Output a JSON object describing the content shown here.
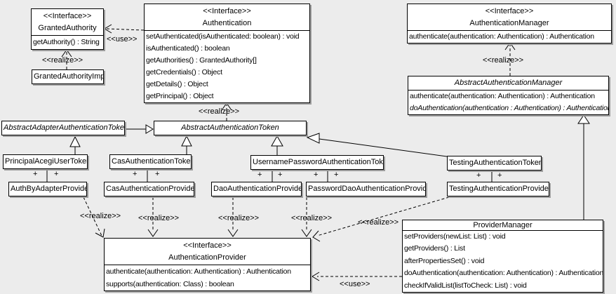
{
  "classes": {
    "grantedAuthority": {
      "stereotype": "<<Interface>>",
      "name": "GrantedAuthority",
      "methods": [
        "getAuthority() : String"
      ]
    },
    "grantedAuthorityImpl": {
      "name": "GrantedAuthorityImpl"
    },
    "authentication": {
      "stereotype": "<<Interface>>",
      "name": "Authentication",
      "methods": [
        "setAuthenticated(isAuthenticated: boolean) : void",
        "isAuthenticated() : boolean",
        "getAuthorities() : GrantedAuthority[]",
        "getCredentials() : Object",
        "getDetails() : Object",
        "getPrincipal() : Object"
      ]
    },
    "authenticationManager": {
      "stereotype": "<<Interface>>",
      "name": "AuthenticationManager",
      "methods": [
        "authenticate(authentication: Authentication) : Authentication"
      ]
    },
    "abstractAuthenticationManager": {
      "name": "AbstractAuthenticationManager",
      "is_abstract": true,
      "methods": [
        "authenticate(authentication: Authentication) : Authentication",
        "doAuthentication(authentication : Authentication) : Authentication"
      ],
      "abstract_method_indexes": [
        1
      ]
    },
    "abstractAdapterAuthenticationToken": {
      "name": "AbstractAdapterAuthenticationToken",
      "is_abstract": true
    },
    "abstractAuthenticationToken": {
      "name": "AbstractAuthenticationToken",
      "is_abstract": true
    },
    "principalAcegiUserToken": {
      "name": "PrincipalAcegiUserToken"
    },
    "casAuthenticationToken": {
      "name": "CasAuthenticationToken"
    },
    "usernamePasswordAuthenticationToken": {
      "name": "UsernamePasswordAuthenticationToken"
    },
    "testingAuthenticationToken": {
      "name": "TestingAuthenticationToken"
    },
    "authByAdapterProvider": {
      "name": "AuthByAdapterProvider"
    },
    "casAuthenticationProvider": {
      "name": "CasAuthenticationProvider"
    },
    "daoAuthenticationProvider": {
      "name": "DaoAuthenticationProvider"
    },
    "passwordDaoAuthenticationProvider": {
      "name": "PasswordDaoAuthenticationProvider"
    },
    "testingAuthenticationProvider": {
      "name": "TestingAuthenticationProvider"
    },
    "authenticationProvider": {
      "stereotype": "<<Interface>>",
      "name": "AuthenticationProvider",
      "methods": [
        "authenticate(authentication: Authentication) : Authentication",
        "supports(authentication: Class) : boolean"
      ]
    },
    "providerManager": {
      "name": "ProviderManager",
      "methods": [
        "setProviders(newList: List) : void",
        "getProviders() : List",
        "afterPropertiesSet() : void",
        "doAuthentication(authentication: Authentication) : Authentication",
        "checkIfValidList(listToCheck: List) : void"
      ]
    }
  },
  "labels": {
    "use": "<<use>>",
    "realize": "<<realize>>",
    "plus": "+"
  },
  "relationships": [
    {
      "from": "GrantedAuthorityImpl",
      "to": "GrantedAuthority",
      "type": "realize"
    },
    {
      "from": "Authentication",
      "to": "GrantedAuthority",
      "type": "use"
    },
    {
      "from": "AbstractAuthenticationToken",
      "to": "Authentication",
      "type": "realize"
    },
    {
      "from": "AbstractAuthenticationManager",
      "to": "AuthenticationManager",
      "type": "realize"
    },
    {
      "from": "AbstractAdapterAuthenticationToken",
      "to": "AbstractAuthenticationToken",
      "type": "generalization"
    },
    {
      "from": "PrincipalAcegiUserToken",
      "to": "AbstractAdapterAuthenticationToken",
      "type": "generalization"
    },
    {
      "from": "CasAuthenticationToken",
      "to": "AbstractAuthenticationToken",
      "type": "generalization"
    },
    {
      "from": "UsernamePasswordAuthenticationToken",
      "to": "AbstractAuthenticationToken",
      "type": "generalization"
    },
    {
      "from": "TestingAuthenticationToken",
      "to": "AbstractAuthenticationToken",
      "type": "generalization"
    },
    {
      "from": "ProviderManager",
      "to": "AbstractAuthenticationManager",
      "type": "generalization"
    },
    {
      "from": "PrincipalAcegiUserToken",
      "to": "AuthByAdapterProvider",
      "type": "association"
    },
    {
      "from": "CasAuthenticationToken",
      "to": "CasAuthenticationProvider",
      "type": "association"
    },
    {
      "from": "UsernamePasswordAuthenticationToken",
      "to": "DaoAuthenticationProvider",
      "type": "association"
    },
    {
      "from": "UsernamePasswordAuthenticationToken",
      "to": "PasswordDaoAuthenticationProvider",
      "type": "association"
    },
    {
      "from": "TestingAuthenticationToken",
      "to": "TestingAuthenticationProvider",
      "type": "association"
    },
    {
      "from": "AuthByAdapterProvider",
      "to": "AuthenticationProvider",
      "type": "realize"
    },
    {
      "from": "CasAuthenticationProvider",
      "to": "AuthenticationProvider",
      "type": "realize"
    },
    {
      "from": "DaoAuthenticationProvider",
      "to": "AuthenticationProvider",
      "type": "realize"
    },
    {
      "from": "PasswordDaoAuthenticationProvider",
      "to": "AuthenticationProvider",
      "type": "realize"
    },
    {
      "from": "TestingAuthenticationProvider",
      "to": "AuthenticationProvider",
      "type": "realize"
    },
    {
      "from": "ProviderManager",
      "to": "AuthenticationProvider",
      "type": "use"
    }
  ],
  "colors": {
    "background": "#ececec",
    "box_fill": "#ffffff",
    "line": "#000000",
    "shadow": "#9e9e9e"
  }
}
